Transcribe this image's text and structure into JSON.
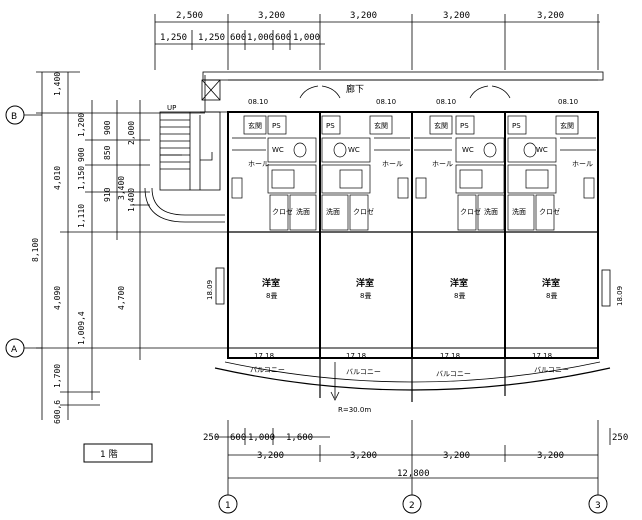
{
  "top_dims_row1": [
    "2,500",
    "3,200",
    "3,200",
    "3,200",
    "3,200"
  ],
  "top_dims_row2": [
    "1,250",
    "1,250",
    "600",
    "1,000",
    "600",
    "1,000"
  ],
  "left_dims_outer": [
    "1,400",
    "4,010",
    "4,090",
    "1,700",
    "600,6"
  ],
  "left_dims_total": "8,100",
  "left_dims_inner": [
    "1,200",
    "900",
    "1,150",
    "1,110",
    "1,009,4"
  ],
  "left_dims_col3": [
    "900",
    "850",
    "910"
  ],
  "left_dims_col4": [
    "2,000",
    "3,400",
    "1,400",
    "4,700"
  ],
  "grid_rows": [
    "B",
    "A"
  ],
  "grid_cols": [
    "1",
    "2",
    "3"
  ],
  "corridor_label": "廊下",
  "stair_up": "UP",
  "units": [
    {
      "room": "洋室",
      "size": "8畳",
      "balcony": "バルコニー",
      "entry": "玄関",
      "hall": "ホール",
      "wc": "WC",
      "ps": "PS",
      "closet": "クロゼ",
      "wash": "洗面"
    },
    {
      "room": "洋室",
      "size": "8畳",
      "balcony": "バルコニー",
      "entry": "玄関",
      "hall": "ホール",
      "wc": "WC",
      "ps": "PS",
      "closet": "クロゼ",
      "wash": "洗面"
    },
    {
      "room": "洋室",
      "size": "8畳",
      "balcony": "バルコニー",
      "entry": "玄関",
      "hall": "ホール",
      "wc": "WC",
      "ps": "PS",
      "closet": "クロゼ",
      "wash": "洗面"
    },
    {
      "room": "洋室",
      "size": "8畳",
      "balcony": "バルコニー",
      "entry": "玄関",
      "hall": "ホール",
      "wc": "WC",
      "ps": "PS",
      "closet": "クロゼ",
      "wash": "洗面"
    }
  ],
  "radius_label": "R=30.0m",
  "bottom_dims_row1": [
    "250",
    "600",
    "1,000",
    "1,600",
    "250"
  ],
  "bottom_dims_row2": [
    "3,200",
    "3,200",
    "3,200",
    "3,200"
  ],
  "bottom_total": "12,800",
  "floor_label": "1  階",
  "door_code": "08.10",
  "window_code": "17.18",
  "side_window_code": "18.09"
}
